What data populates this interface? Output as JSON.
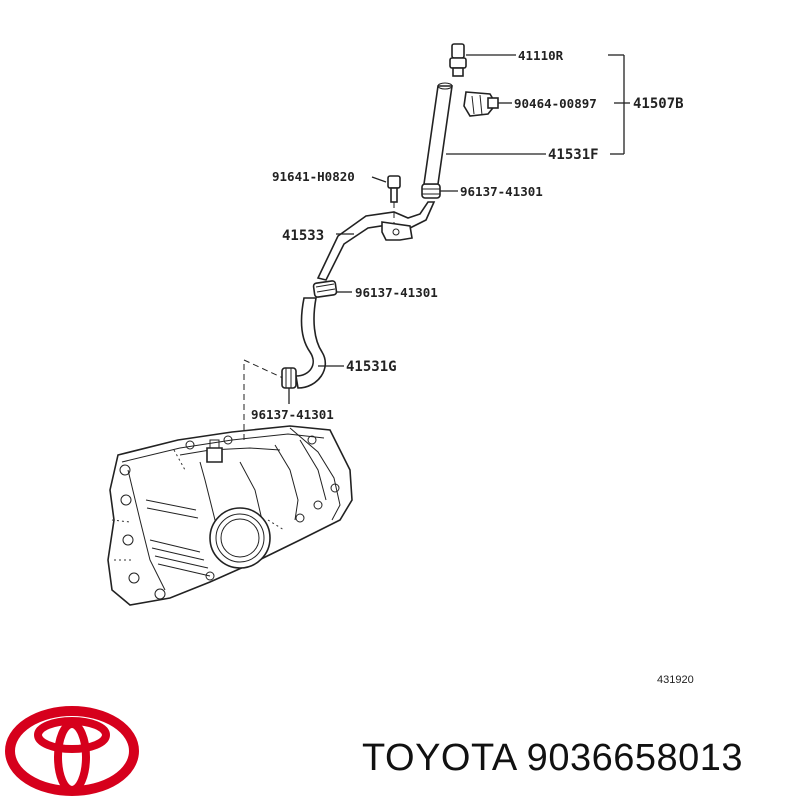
{
  "diagram": {
    "labels": {
      "l_41110R": "41110R",
      "l_90464": "90464-00897",
      "l_41507B": "41507B",
      "l_41531F": "41531F",
      "l_91641": "91641-H0820",
      "l_96137_a": "96137-41301",
      "l_41533": "41533",
      "l_96137_b": "96137-41301",
      "l_41531G": "41531G",
      "l_96137_c": "96137-41301"
    },
    "reference_number": "431920"
  },
  "brand": {
    "logo_name": "toyota-logo",
    "logo_color": "#d6001c",
    "text": "TOYOTA 9036658013"
  }
}
